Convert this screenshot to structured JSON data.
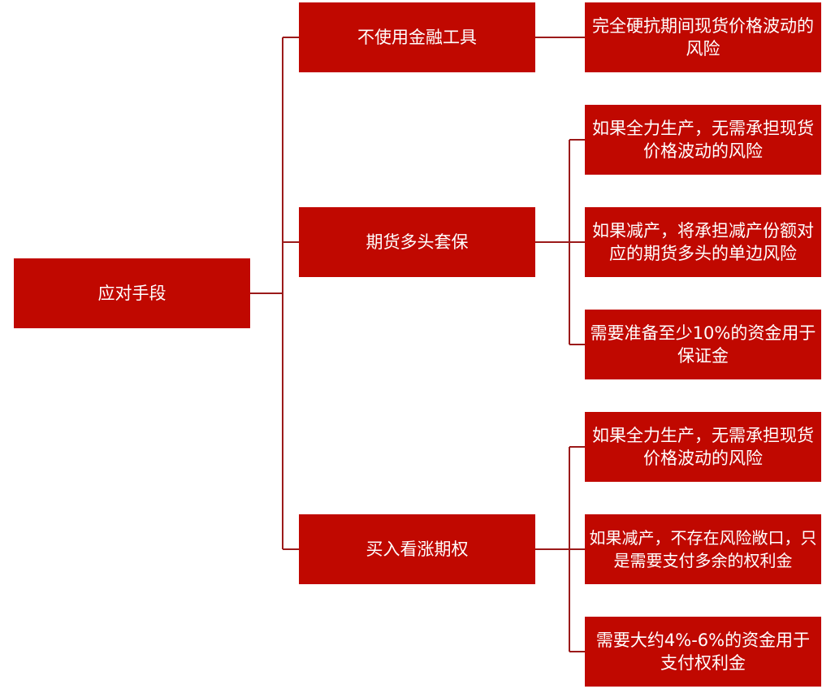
{
  "root": {
    "label": "应对手段"
  },
  "methods": [
    {
      "label": "不使用金融工具",
      "outcomes": [
        "完全硬抗期间现货价格波动的风险"
      ]
    },
    {
      "label": "期货多头套保",
      "outcomes": [
        "如果全力生产，无需承担现货价格波动的风险",
        "如果减产，将承担减产份额对应的期货多头的单边风险",
        "需要准备至少10%的资金用于保证金"
      ]
    },
    {
      "label": "买入看涨期权",
      "outcomes": [
        "如果全力生产，无需承担现货价格波动的风险",
        "如果减产，不存在风险敞口，只是需要支付多余的权利金",
        "需要大约4%-6%的资金用于支付权利金"
      ]
    }
  ],
  "colors": {
    "box_fill": "#c00800",
    "box_text": "#ffffff",
    "connector": "#9b1a1a"
  }
}
